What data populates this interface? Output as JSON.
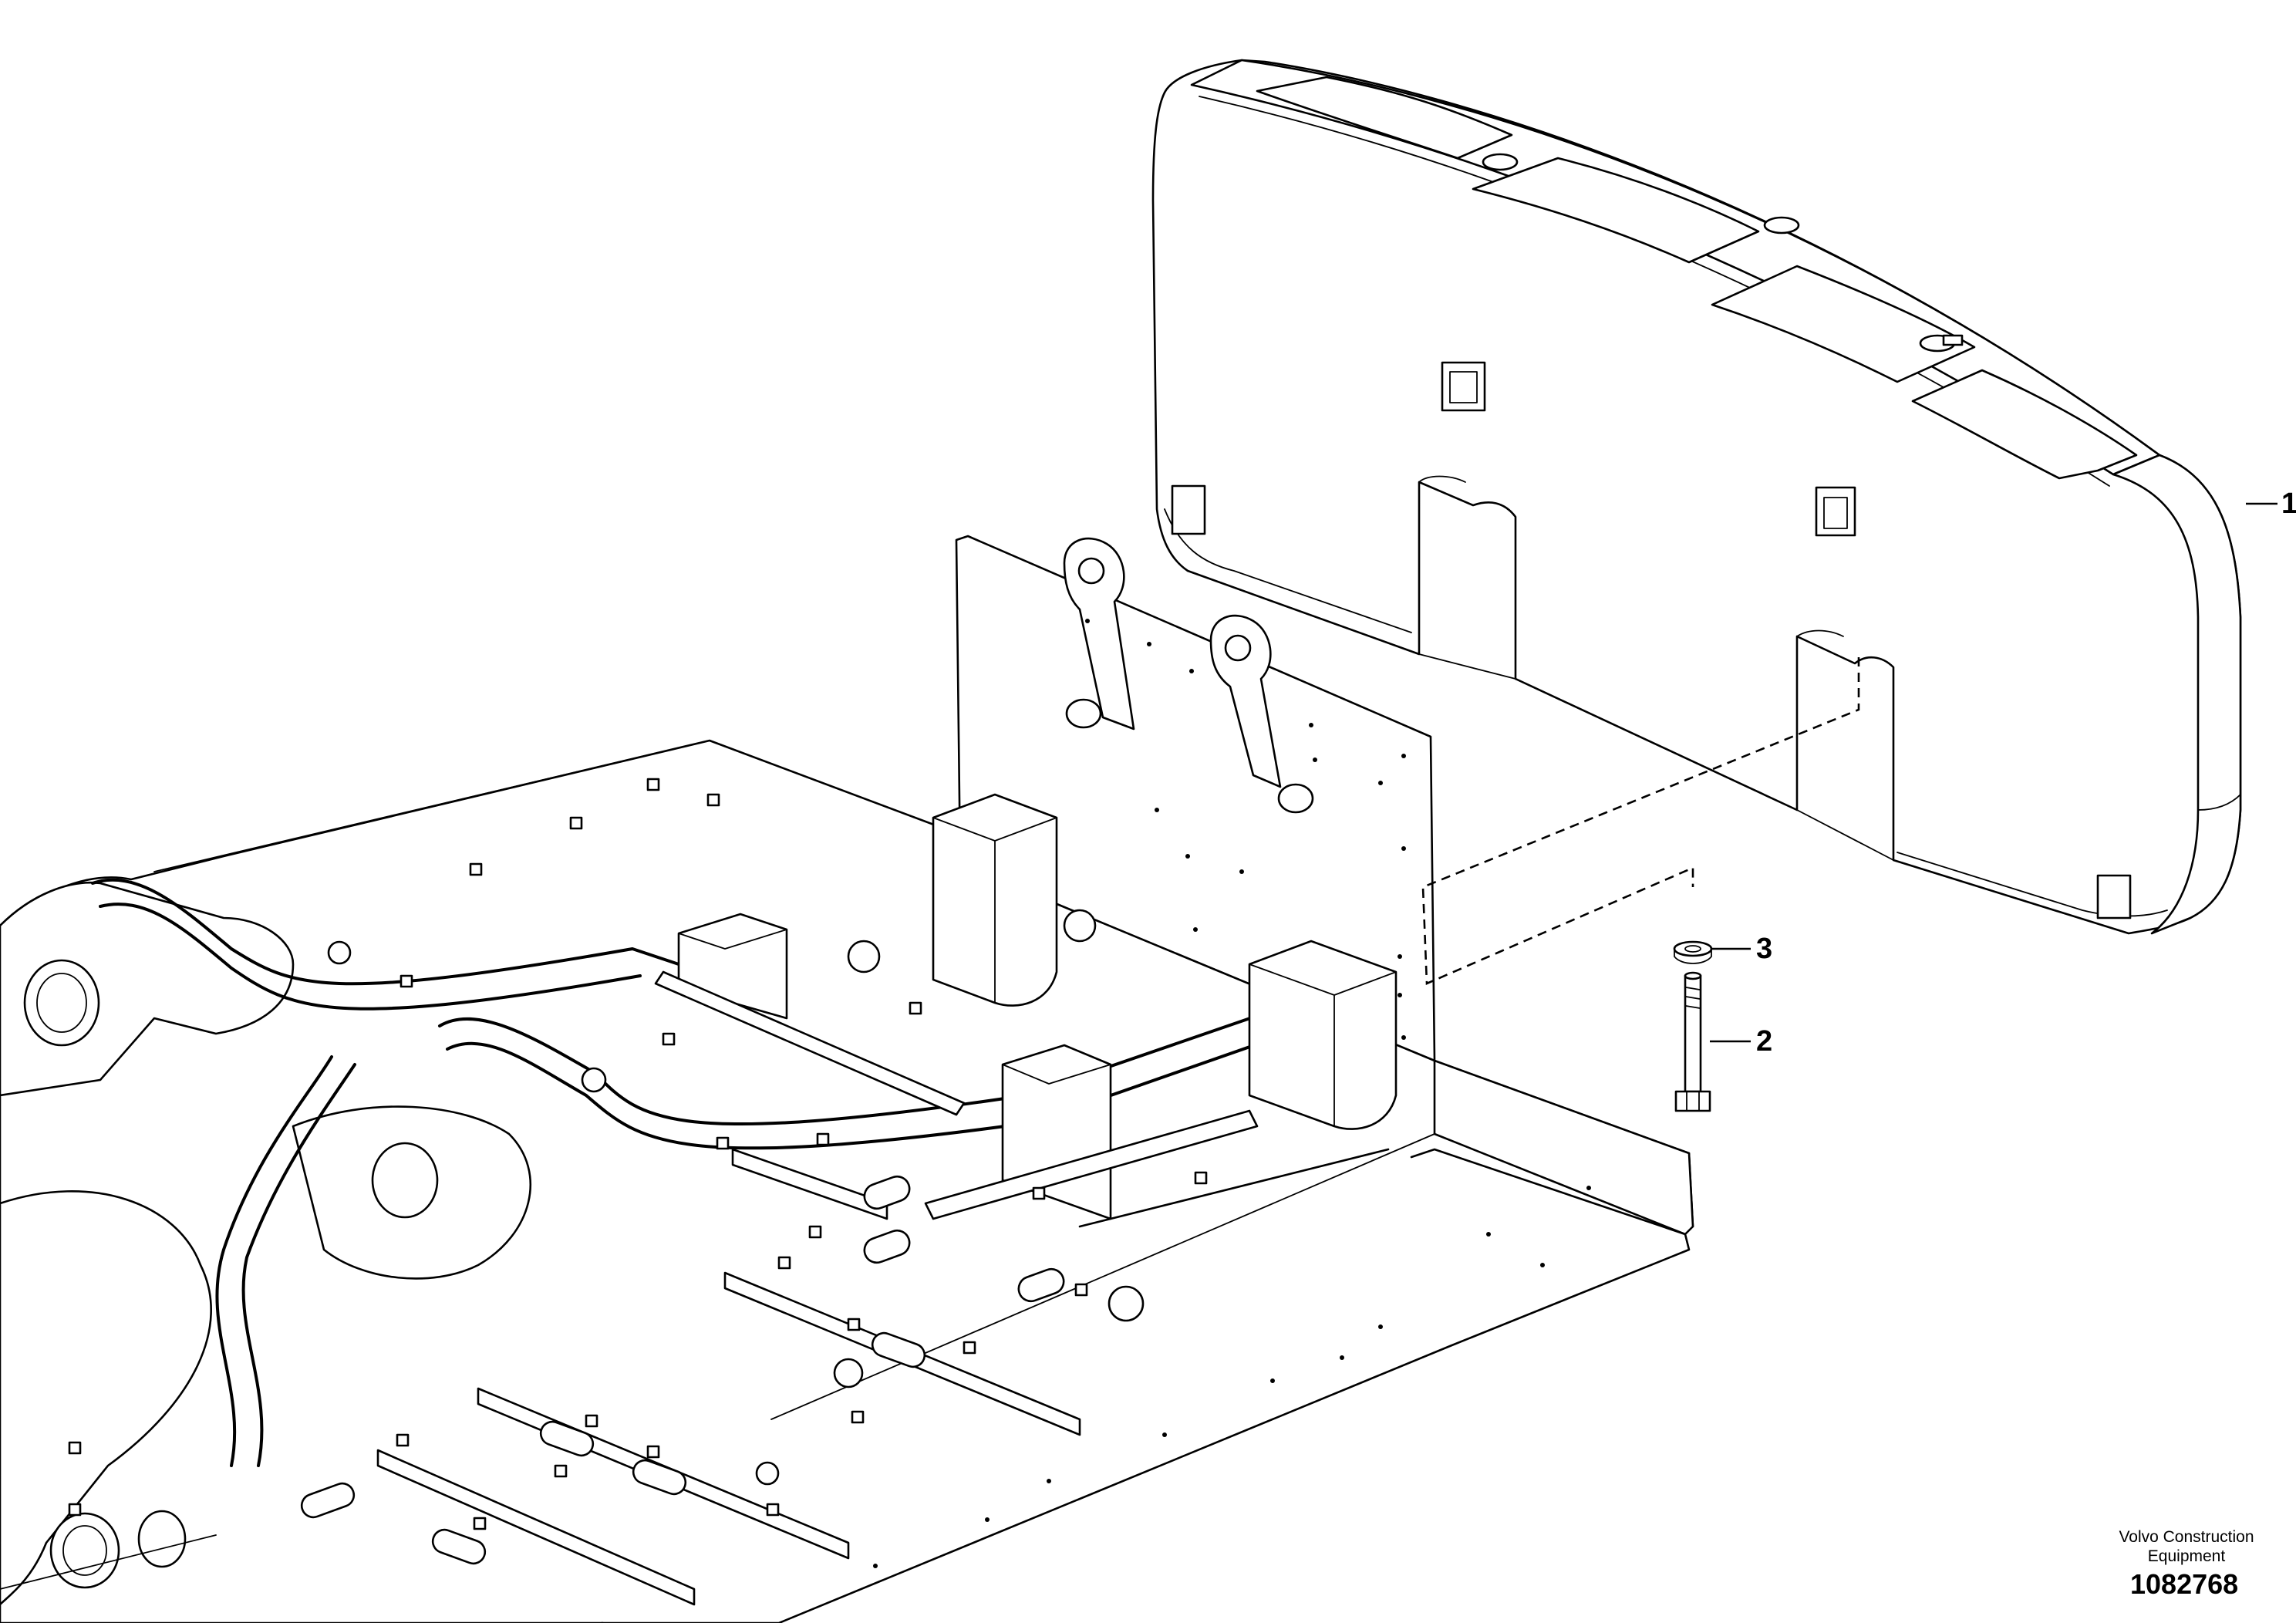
{
  "callouts": [
    {
      "id": "1",
      "label": "1"
    },
    {
      "id": "2",
      "label": "2"
    },
    {
      "id": "3",
      "label": "3"
    }
  ],
  "credit": {
    "line1": "Volvo Construction",
    "line2": "Equipment"
  },
  "document_number": "1082768",
  "icons": [
    "counterweight",
    "bolt",
    "washer",
    "upper-frame"
  ]
}
